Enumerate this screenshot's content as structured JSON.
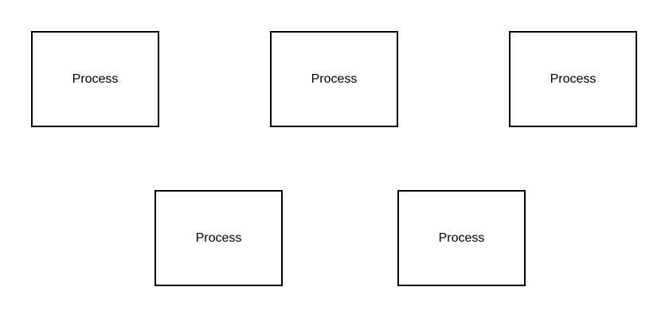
{
  "diagram": {
    "nodes": [
      {
        "label": "Process",
        "shape": "rectangle"
      },
      {
        "label": "Process",
        "shape": "rectangle"
      },
      {
        "label": "Process",
        "shape": "rectangle"
      },
      {
        "label": "Process",
        "shape": "rectangle"
      },
      {
        "label": "Process",
        "shape": "rectangle"
      }
    ]
  },
  "colors": {
    "background": "#ffffff",
    "stroke": "#000000",
    "text": "#000000"
  }
}
